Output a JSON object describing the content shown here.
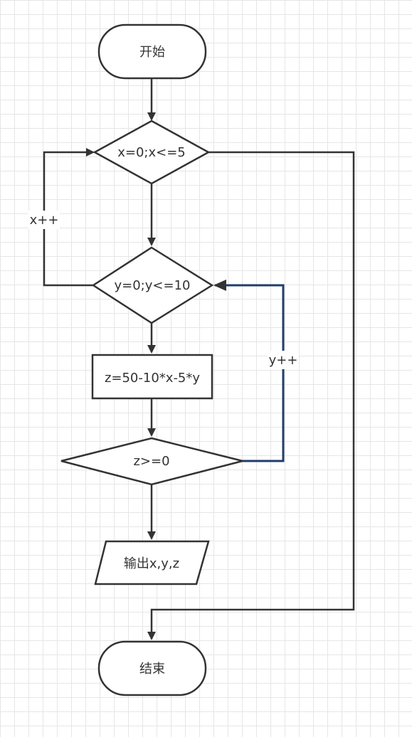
{
  "nodes": {
    "start": "开始",
    "loop_x": "x=0;x<=5",
    "loop_y": "y=0;y<=10",
    "compute": "z=50-10*x-5*y",
    "condition": "z>=0",
    "output": "输出x,y,z",
    "end": "结束"
  },
  "edges": {
    "x_increment": "x++",
    "y_increment": "y++"
  },
  "colors": {
    "stroke": "#333333",
    "highlight": "#1f3d6b",
    "grid": "#e6e6e6"
  }
}
